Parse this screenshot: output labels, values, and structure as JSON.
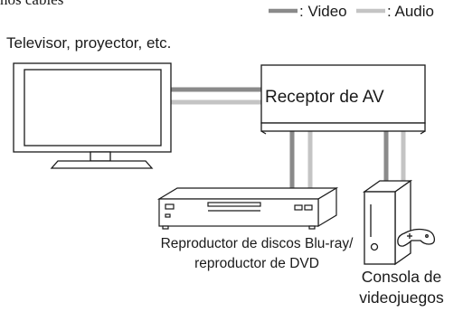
{
  "header": {
    "cut_title": "nos cables"
  },
  "legend": {
    "video": {
      "label": ": Video",
      "color": "#8a8a8a"
    },
    "audio": {
      "label": ": Audio",
      "color": "#c4c4c4"
    }
  },
  "devices": {
    "tv": {
      "label": "Televisor, proyector, etc.",
      "icon": "tv-icon"
    },
    "receiver": {
      "label": "Receptor de AV",
      "icon": "receiver-box"
    },
    "player": {
      "label_line1": "Reproductor de discos Blu-ray/",
      "label_line2": "reproductor de DVD",
      "icon": "bluray-player-icon"
    },
    "console": {
      "label_line1": "Consola de",
      "label_line2": "videojuegos",
      "icon": "game-console-icon"
    }
  },
  "colors": {
    "outline": "#1a1a1a",
    "video_cable": "#8a8a8a",
    "audio_cable": "#c4c4c4"
  }
}
